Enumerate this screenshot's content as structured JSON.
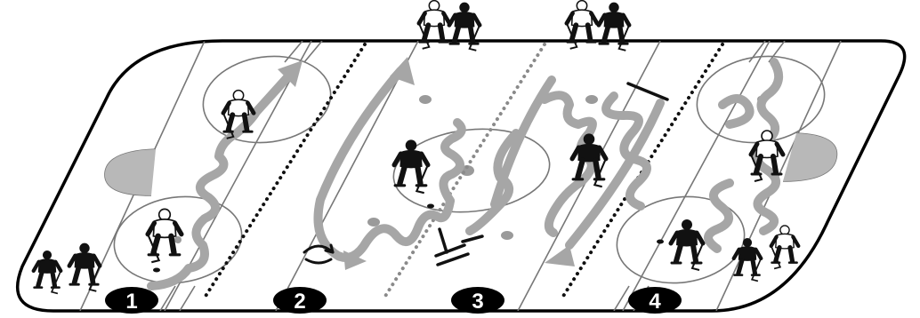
{
  "diagram": {
    "stations": [
      {
        "id": 1,
        "label": "1"
      },
      {
        "id": 2,
        "label": "2"
      },
      {
        "id": 3,
        "label": "3"
      },
      {
        "id": 4,
        "label": "4"
      }
    ],
    "colors": {
      "rink_line": "#000000",
      "ice": "#ffffff",
      "lane_gray": "#a6a6a6",
      "guide_gray": "#999999",
      "badge_fill": "#000000",
      "badge_text": "#ffffff",
      "skater_dark": "#111111",
      "skater_light": "#ffffff"
    },
    "icons": [
      "pivot-icon",
      "stop-icon",
      "hockey-player-icon",
      "puck-icon"
    ]
  }
}
